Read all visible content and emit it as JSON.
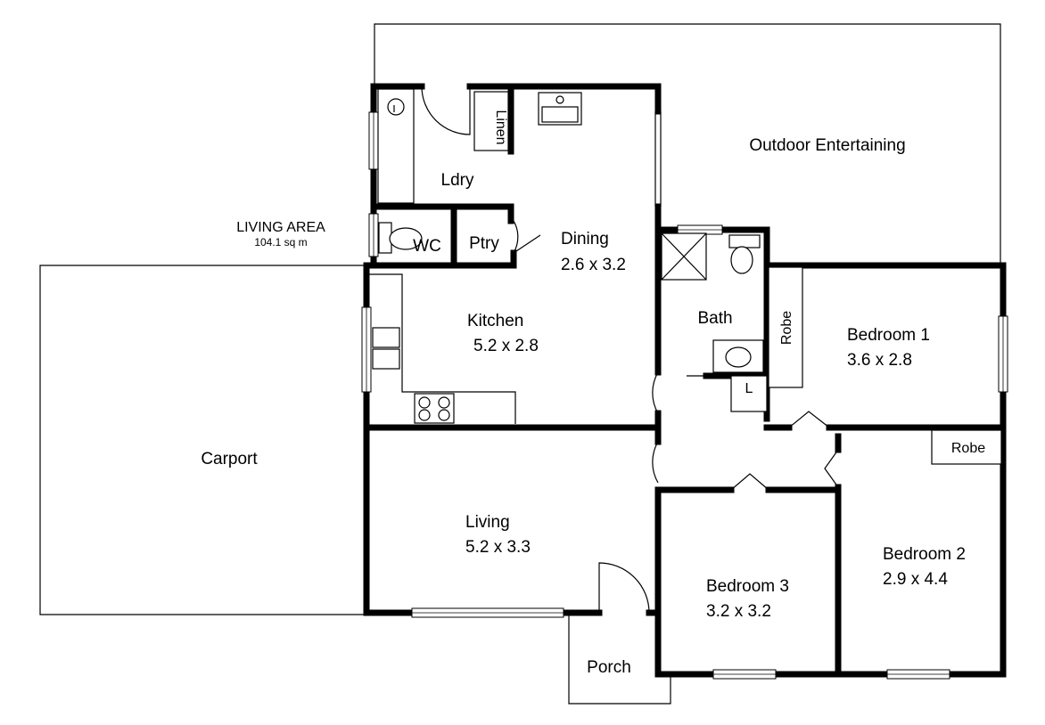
{
  "living_area": {
    "title": "LIVING AREA",
    "value": "104.1 sq m"
  },
  "rooms": {
    "outdoor": {
      "name": "Outdoor Entertaining"
    },
    "laundry": {
      "name": "Ldry"
    },
    "linen": {
      "name": "Linen"
    },
    "wc": {
      "name": "WC"
    },
    "pantry": {
      "name": "Ptry"
    },
    "dining": {
      "name": "Dining",
      "size": "2.6 x 3.2"
    },
    "kitchen": {
      "name": "Kitchen",
      "size": "5.2 x 2.8"
    },
    "bath": {
      "name": "Bath"
    },
    "robe1": {
      "name": "Robe"
    },
    "bedroom1": {
      "name": "Bedroom 1",
      "size": "3.6 x 2.8"
    },
    "linen_cupboard": {
      "name": "L"
    },
    "robe2": {
      "name": "Robe"
    },
    "carport": {
      "name": "Carport"
    },
    "living": {
      "name": "Living",
      "size": "5.2 x 3.3"
    },
    "bedroom3": {
      "name": "Bedroom 3",
      "size": "3.2 x 3.2"
    },
    "bedroom2": {
      "name": "Bedroom 2",
      "size": "2.9 x 4.4"
    },
    "porch": {
      "name": "Porch"
    }
  }
}
